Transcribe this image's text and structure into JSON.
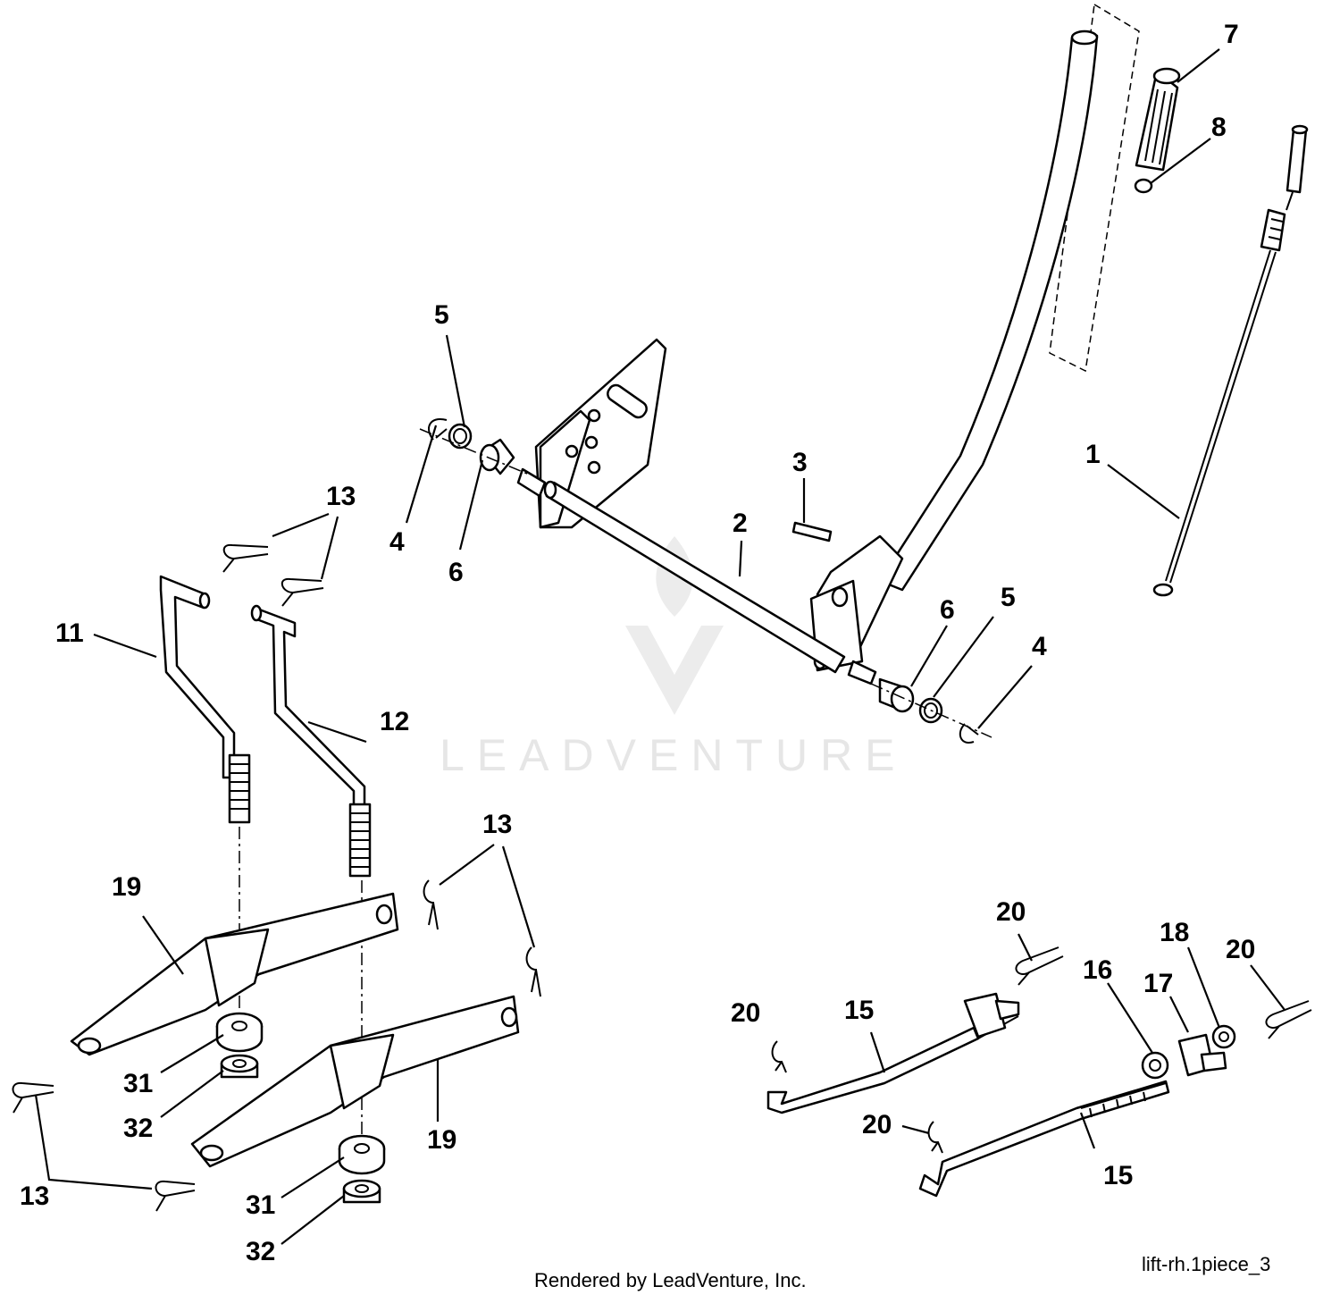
{
  "callouts": {
    "c1": "1",
    "c2": "2",
    "c3": "3",
    "c4a": "4",
    "c4b": "4",
    "c5a": "5",
    "c5b": "5",
    "c6a": "6",
    "c6b": "6",
    "c7": "7",
    "c8": "8",
    "c11": "11",
    "c12": "12",
    "c13a": "13",
    "c13b": "13",
    "c13c": "13",
    "c15a": "15",
    "c15b": "15",
    "c16": "16",
    "c17": "17",
    "c18": "18",
    "c19a": "19",
    "c19b": "19",
    "c20a": "20",
    "c20b": "20",
    "c20c": "20",
    "c20d": "20",
    "c31a": "31",
    "c31b": "31",
    "c32a": "32",
    "c32b": "32"
  },
  "footer": {
    "credit": "Rendered by LeadVenture, Inc.",
    "diagram_id": "lift-rh.1piece_3"
  },
  "watermark": {
    "text": "LEADVENTURE"
  }
}
